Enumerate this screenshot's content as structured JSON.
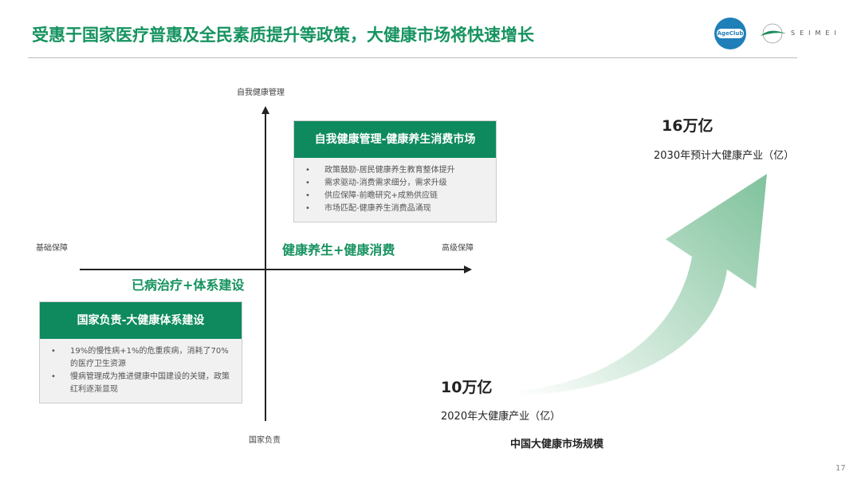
{
  "title": "受惠于国家医疗普惠及全民素质提升等政策，大健康市场将快速增长",
  "logos": {
    "ageclub": "AgeClub",
    "seimei": "SEIMEI"
  },
  "axes": {
    "top": "自我健康管理",
    "left": "基础保障",
    "right": "高级保障",
    "bottom": "国家负责"
  },
  "quadrant_top": {
    "header": "自我健康管理-健康养生消费市场",
    "bullets": [
      "政策鼓励-居民健康养生教育整体提升",
      "需求驱动-消费需求细分，需求升级",
      "供应保障-前瞻研究+成熟供应链",
      "市场匹配-健康养生消费品涌现"
    ],
    "tag": "健康养生+健康消费"
  },
  "quadrant_bottom": {
    "header": "国家负责-大健康体系建设",
    "bullets": [
      "19%的慢性病+1%的危重疾病，消耗了70%的医疗卫生资源",
      "慢病管理成为推进健康中国建设的关键，政策红利逐渐显现"
    ],
    "tag": "已病治疗+体系建设"
  },
  "market": {
    "end_value": "16万亿",
    "end_label": "2030年预计大健康产业（亿）",
    "start_value": "10万亿",
    "start_label": "2020年大健康产业（亿）",
    "caption": "中国大健康市场规模"
  },
  "bullet": "•",
  "page_number": "17",
  "colors": {
    "accent": "#16935f",
    "header": "#0e8a5e"
  }
}
